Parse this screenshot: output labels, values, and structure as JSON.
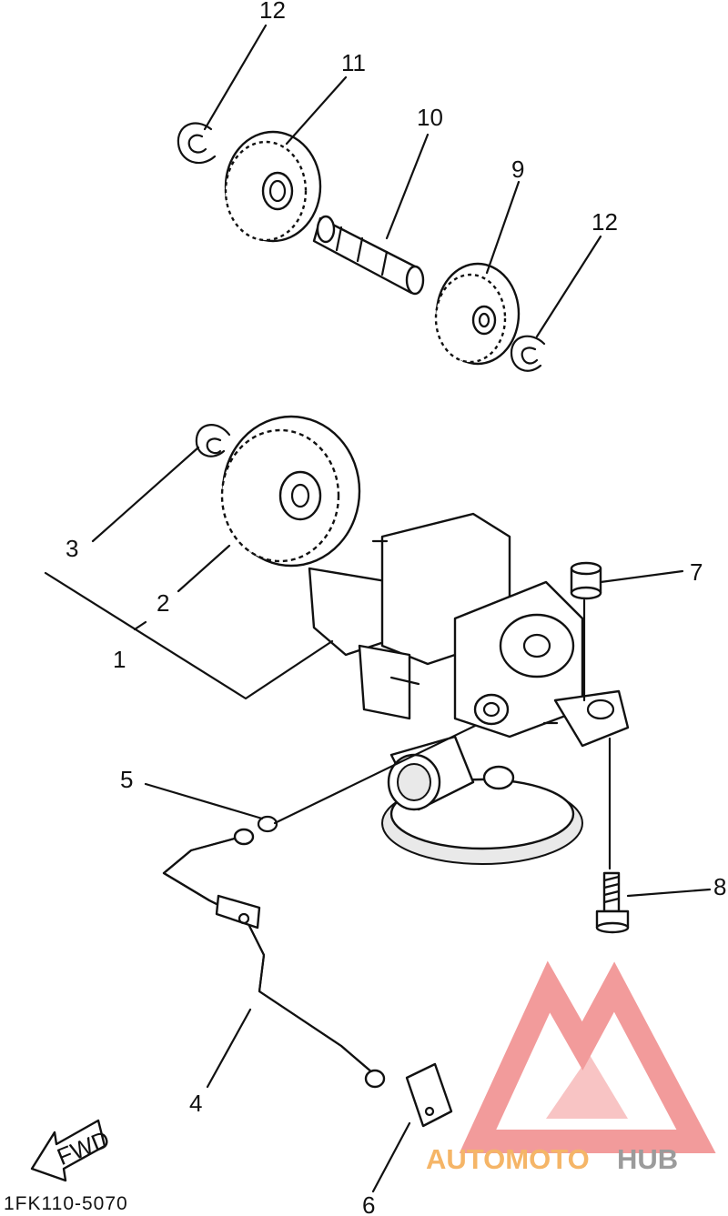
{
  "diagram": {
    "code": "1FK110-5070",
    "fwd_arrow": "FWD",
    "callouts": [
      {
        "id": "c12a",
        "label": "12"
      },
      {
        "id": "c11",
        "label": "11"
      },
      {
        "id": "c10",
        "label": "10"
      },
      {
        "id": "c9",
        "label": "9"
      },
      {
        "id": "c12b",
        "label": "12"
      },
      {
        "id": "c3",
        "label": "3"
      },
      {
        "id": "c2",
        "label": "2"
      },
      {
        "id": "c1",
        "label": "1"
      },
      {
        "id": "c7",
        "label": "7"
      },
      {
        "id": "c5",
        "label": "5"
      },
      {
        "id": "c8",
        "label": "8"
      },
      {
        "id": "c4",
        "label": "4"
      },
      {
        "id": "c6",
        "label": "6"
      }
    ]
  },
  "watermark": {
    "part_a": "AUTOMOTO",
    "part_b": "HUB",
    "color_triangle": "#f08a8a",
    "color_text": "#f4a94d",
    "color_hub": "#8a8a8a"
  }
}
